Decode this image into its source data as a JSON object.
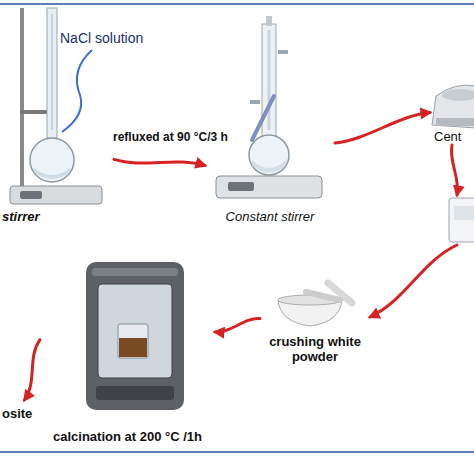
{
  "diagram": {
    "nodes": [
      {
        "text": [
          "stirrer"
        ]
      },
      {
        "text": [
          "Constant stirrer"
        ]
      },
      {
        "text": [
          "Cent"
        ]
      },
      {
        "text": []
      },
      {
        "text": [
          "crushing white powder"
        ]
      },
      {
        "text": [
          "calcination at 200 °C /1h"
        ]
      },
      {
        "text": [
          "osite"
        ]
      }
    ],
    "edges": [
      {
        "from": 0,
        "to": 1,
        "arrow": "to",
        "label": "refluxed at 90 °C/3 h"
      },
      {
        "from": 1,
        "to": 2,
        "arrow": "to"
      },
      {
        "from": 2,
        "to": 3,
        "arrow": "to"
      },
      {
        "from": 3,
        "to": 4,
        "arrow": "to"
      },
      {
        "from": 4,
        "to": 5,
        "arrow": "to"
      },
      {
        "from": 5,
        "to": 6,
        "arrow": "to"
      }
    ],
    "labels": [
      "NaCl solution"
    ]
  }
}
